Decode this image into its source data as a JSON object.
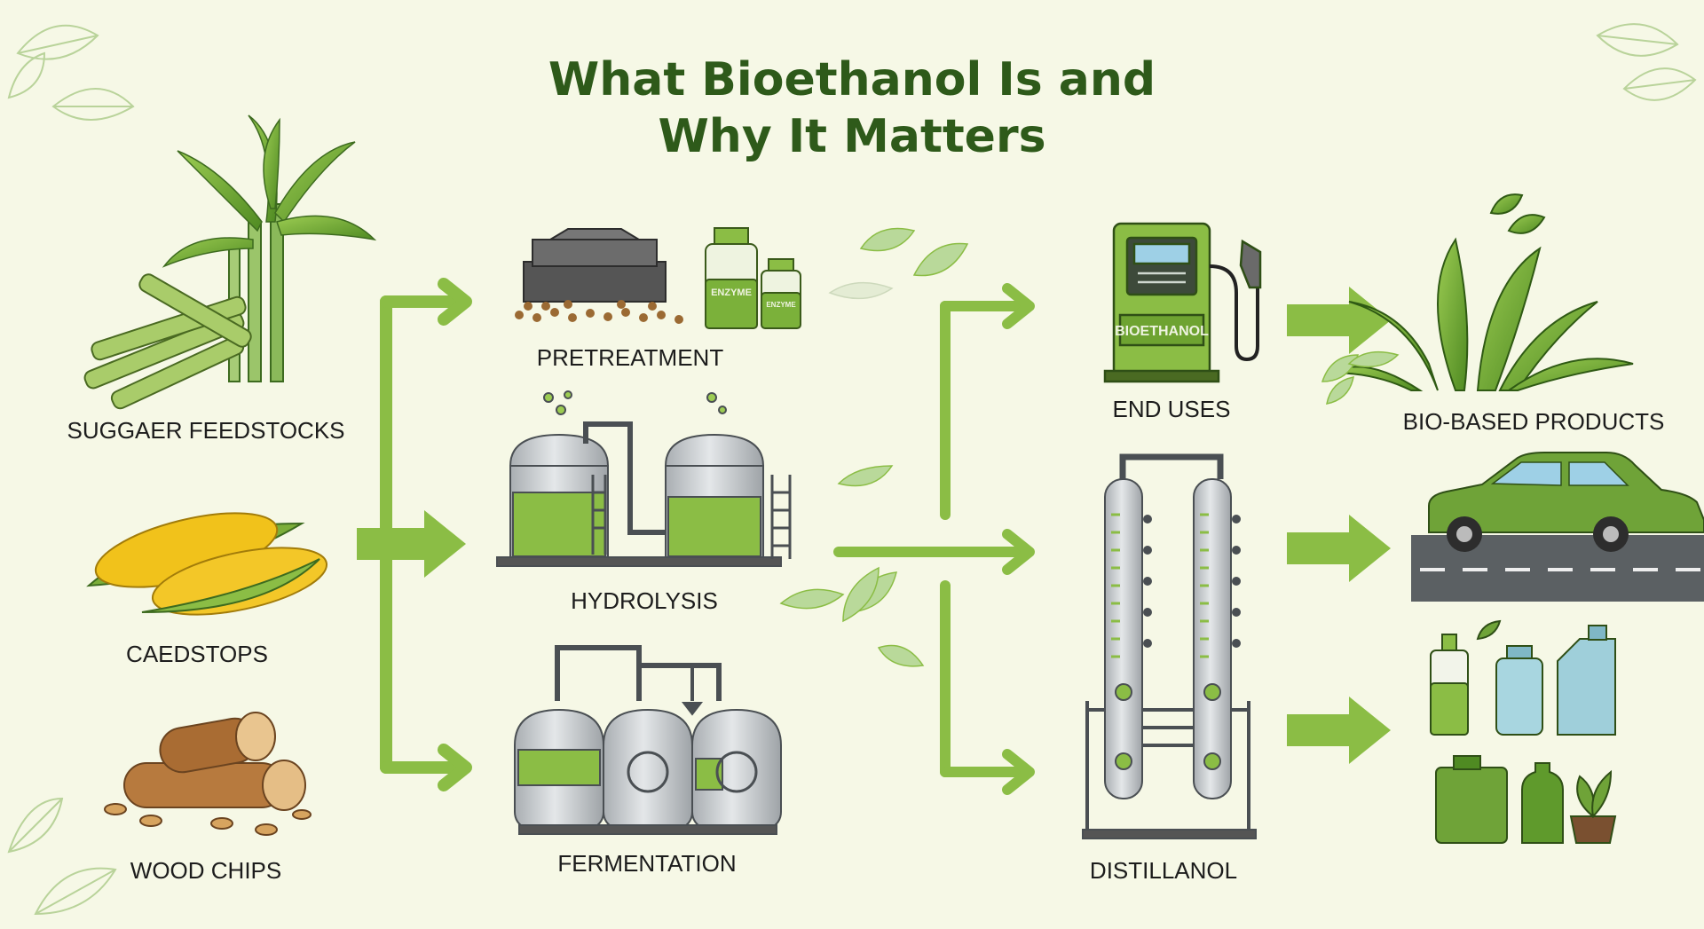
{
  "title": {
    "line1": "What Bioethanol Is and",
    "line2": "Why It Matters"
  },
  "feedstocks": {
    "sugar": "SUGGAER FEEDSTOCKS",
    "corn": "CAEDSTOPS",
    "wood": "WOOD CHIPS"
  },
  "processes": {
    "pretreatment": "PRETREATMENT",
    "enzyme_label": "ENZYME",
    "enzyme_small_label": "ENZYME",
    "hydrolysis": "HYDROLYSIS",
    "fermentation": "FERMENTATION"
  },
  "outputs": {
    "end_uses": "END USES",
    "pump_label": "BIOETHANOL",
    "distillation": "DISTILLANOL",
    "bio_products": "BIO-BASED PRODUCTS"
  },
  "colors": {
    "background": "#f6f8e6",
    "accent_green": "#8bbd45",
    "dark_green": "#2e5a1a",
    "steel": "#c9cdd0"
  }
}
